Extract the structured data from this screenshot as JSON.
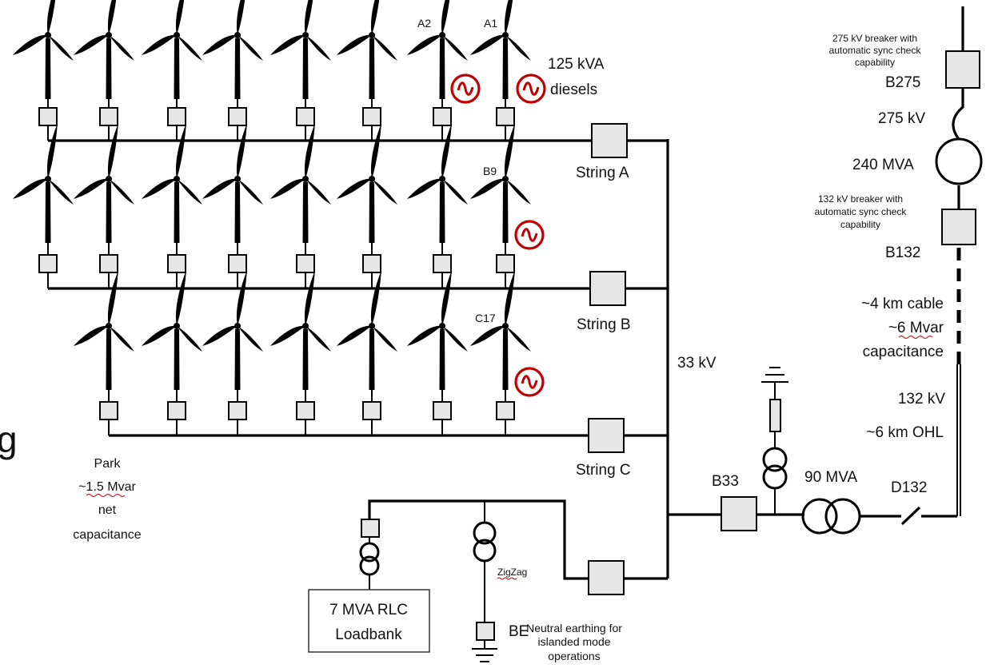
{
  "strings": {
    "a_label": "String A",
    "b_label": "String B",
    "c_label": "String C"
  },
  "turbines": {
    "a2": "A2",
    "a1": "A1",
    "b9": "B9",
    "c17": "C17"
  },
  "diesels": {
    "line1": "125 kVA",
    "line2": "diesels"
  },
  "bus_33kv": "33 kV",
  "park": {
    "line1": "Park",
    "line2": "~1.5 Mvar",
    "line3": "net",
    "line4": "capacitance"
  },
  "loadbank": {
    "line1": "7 MVA RLC",
    "line2": "Loadbank"
  },
  "zigzag": "ZigZag",
  "earthing": {
    "breaker": "BE",
    "line1": "Neutral earthing for",
    "line2": "islanded mode",
    "line3": "operations"
  },
  "substation": {
    "b33": "B33",
    "tx90": "90 MVA",
    "d132": "D132",
    "b275_note1": "275 kV breaker with",
    "b275_note2": "automatic sync check",
    "b275_note3": "capability",
    "b275": "B275",
    "v275": "275 kV",
    "tx240": "240 MVA",
    "b132_note1": "132 kV breaker with",
    "b132_note2": "automatic sync check",
    "b132_note3": "capability",
    "b132": "B132",
    "cable1": "~4 km cable",
    "cable2": "~6 Mvar",
    "cable3": "capacitance",
    "v132": "132 kV",
    "ohl": "~6 km OHL"
  },
  "edge_glyph": "g",
  "colors": {
    "wire": "#000000",
    "breaker_fill": "#e6e6e6",
    "generator": "#c00000"
  }
}
